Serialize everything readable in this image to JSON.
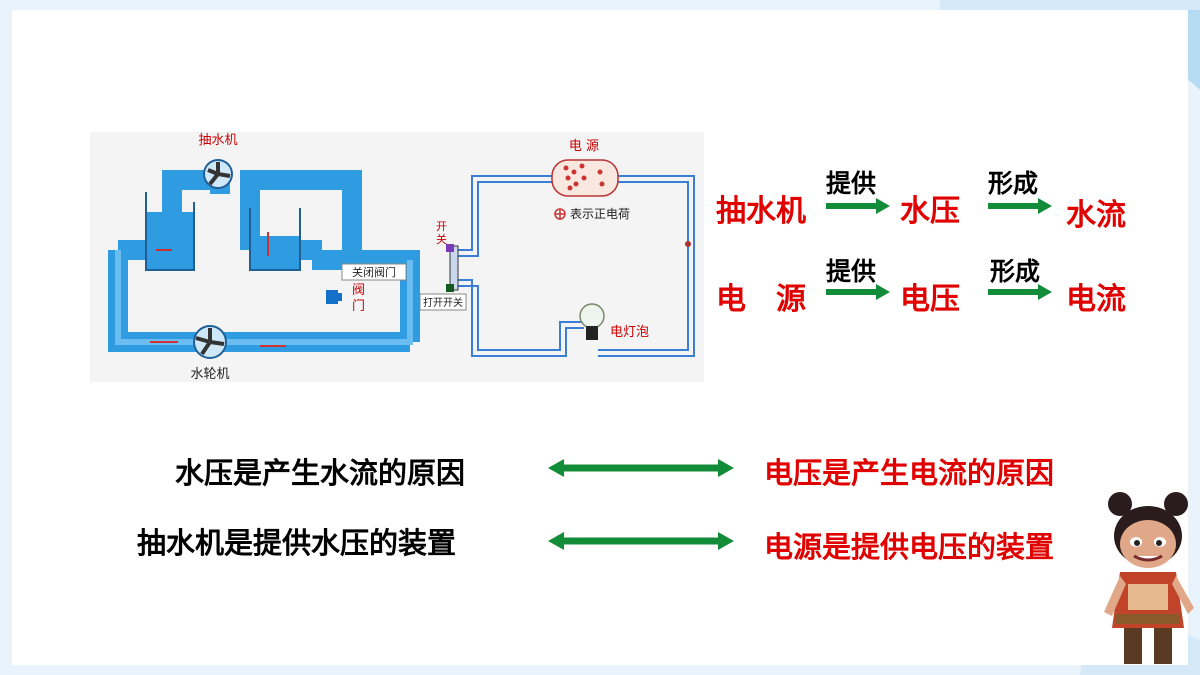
{
  "colors": {
    "red": "#e00000",
    "green": "#138c3a",
    "water": "#2f9be0",
    "pipe_blue": "#3a7fd5"
  },
  "water_model": {
    "pump_label": "抽水机",
    "turbine_label": "水轮机",
    "valve_label": "阀门",
    "close_valve_button": "关闭阀门"
  },
  "circuit_model": {
    "source_label": "电 源",
    "positive_charge_note": "表示正电荷",
    "switch_label": "开关",
    "open_switch_button": "打开开关",
    "bulb_label": "电灯泡"
  },
  "analogy": {
    "row1": {
      "start": "抽水机",
      "verb1": "提供",
      "middle": "水压",
      "verb2": "形成",
      "end": "水流"
    },
    "row2": {
      "start": "电　源",
      "verb1": "提供",
      "middle": "电压",
      "verb2": "形成",
      "end": "电流"
    }
  },
  "statements": [
    {
      "left": "水压是产生水流的原因",
      "right": "电压是产生电流的原因"
    },
    {
      "left": "抽水机是提供水压的装置",
      "right": "电源是提供电压的装置"
    }
  ],
  "icons": {
    "mascot": "cartoon-boy-character-icon",
    "pump": "pump-fan-icon",
    "turbine": "turbine-fan-icon",
    "bulb": "light-bulb-icon"
  }
}
